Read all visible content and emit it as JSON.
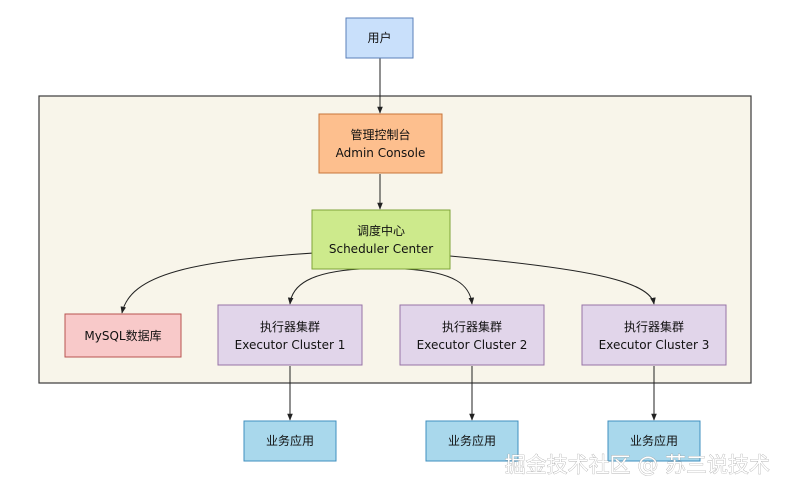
{
  "colors": {
    "container_fill": "#f8f5ea",
    "container_stroke": "#3a3a3a",
    "user_fill": "#c9e0fb",
    "user_stroke": "#5a7fb8",
    "admin_fill": "#fdbf8e",
    "admin_stroke": "#c7753b",
    "scheduler_fill": "#cdea8c",
    "scheduler_stroke": "#7ea438",
    "mysql_fill": "#f8c9c9",
    "mysql_stroke": "#b85450",
    "executor_fill": "#e1d5ea",
    "executor_stroke": "#9673a6",
    "app_fill": "#a9d8ec",
    "app_stroke": "#3f8fbf",
    "edge": "#222222"
  },
  "nodes": {
    "user": {
      "label": "用户"
    },
    "admin_console": {
      "label_cn": "管理控制台",
      "label_en": "Admin Console"
    },
    "scheduler_center": {
      "label_cn": "调度中心",
      "label_en": "Scheduler Center"
    },
    "mysql": {
      "label": "MySQL数据库"
    },
    "executor_1": {
      "label_cn": "执行器集群",
      "label_en": "Executor Cluster 1"
    },
    "executor_2": {
      "label_cn": "执行器集群",
      "label_en": "Executor Cluster 2"
    },
    "executor_3": {
      "label_cn": "执行器集群",
      "label_en": "Executor Cluster 3"
    },
    "app_1": {
      "label": "业务应用"
    },
    "app_2": {
      "label": "业务应用"
    },
    "app_3": {
      "label": "业务应用"
    }
  },
  "edges": [
    {
      "from": "user",
      "to": "admin_console"
    },
    {
      "from": "admin_console",
      "to": "scheduler_center"
    },
    {
      "from": "scheduler_center",
      "to": "mysql"
    },
    {
      "from": "scheduler_center",
      "to": "executor_1"
    },
    {
      "from": "scheduler_center",
      "to": "executor_2"
    },
    {
      "from": "scheduler_center",
      "to": "executor_3"
    },
    {
      "from": "executor_1",
      "to": "app_1"
    },
    {
      "from": "executor_2",
      "to": "app_2"
    },
    {
      "from": "executor_3",
      "to": "app_3"
    }
  ],
  "watermark": {
    "text": "掘金技术社区 @ 苏三说技术"
  }
}
